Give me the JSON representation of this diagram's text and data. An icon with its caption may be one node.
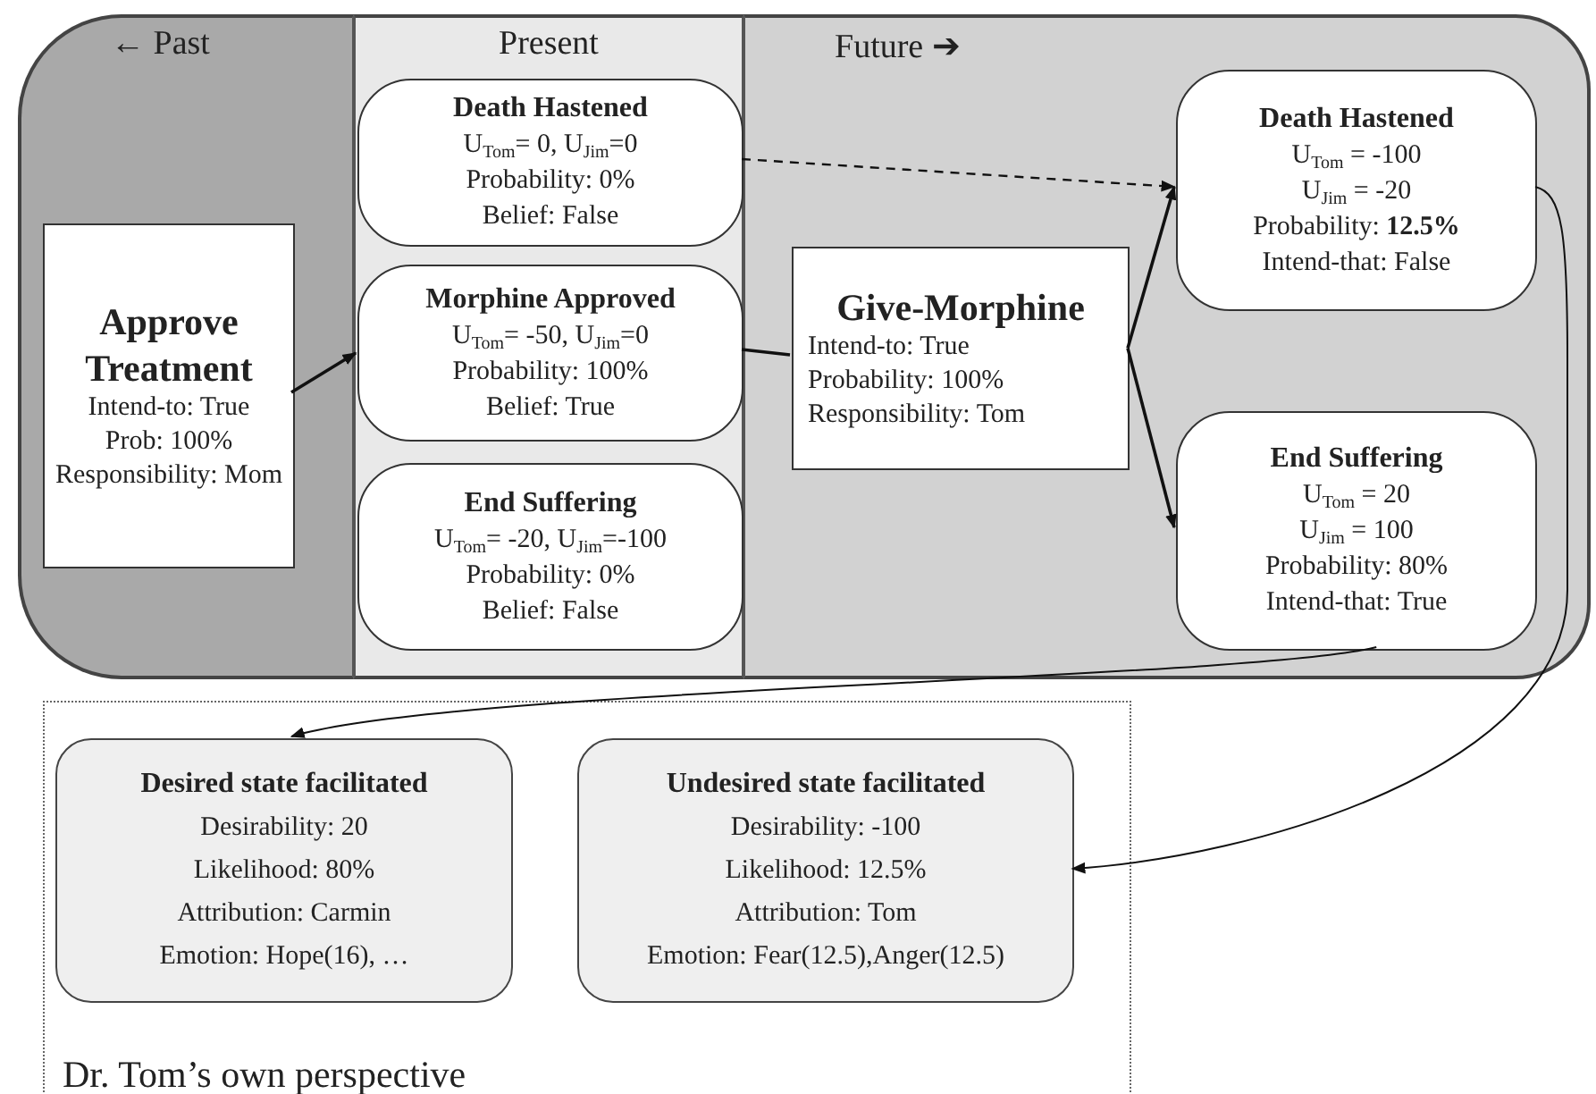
{
  "diagram": {
    "nodes": [
      {
        "text": [
          "← Past"
        ]
      },
      {
        "text": [
          "Present"
        ]
      },
      {
        "text": [
          "Future ➔"
        ]
      },
      {
        "text": [
          "Approve Treatment",
          "Intend-to: True",
          "Prob: 100%",
          "Responsibility: Mom"
        ],
        "in": 0
      },
      {
        "text": [
          "Death Hastened",
          "U$_{Tom}$= 0, U$_{Jim}$=0",
          "Probability: 0%",
          "Belief: False"
        ],
        "in": 1
      },
      {
        "text": [
          "Morphine Approved",
          "U$_{Tom}$= -50, U$_{Jim}$=0",
          "Probability: 100%",
          "Belief: True"
        ],
        "in": 1
      },
      {
        "text": [
          "End Suffering",
          "U$_{Tom}$= -20, U$_{Jim}$=-100",
          "Probability: 0%",
          "Belief: False"
        ],
        "in": 1
      },
      {
        "text": [
          "Give-Morphine",
          "Intend-to: True",
          "Probability: 100%",
          "Responsibility: Tom"
        ],
        "in": 2
      },
      {
        "text": [
          "Death Hastened",
          "U$_{Tom}$ = -100",
          "U$_{Jim}$ = -20",
          "Probability: **12.5%**",
          "Intend-that: False"
        ],
        "in": 2
      },
      {
        "text": [
          "End Suffering",
          "U$_{Tom}$ = 20",
          "U$_{Jim}$ = 100",
          "Probability: 80%",
          "Intend-that: True"
        ],
        "in": 2
      },
      {
        "text": [
          "Dr. Tom’s own perspective"
        ]
      },
      {
        "text": [
          "Desired state facilitated",
          "Desirability: 20",
          "Likelihood: 80%",
          "Attribution: Carmin",
          "Emotion: Hope(16), …"
        ],
        "in": 10
      },
      {
        "text": [
          "Undesired state facilitated",
          "Desirability: -100",
          "Likelihood: 12.5%",
          "Attribution: Tom",
          "Emotion: Fear(12.5),Anger(12.5)"
        ],
        "in": 10
      }
    ],
    "edges": [
      {
        "from": 3,
        "to": 5,
        "arrow": "to"
      },
      {
        "from": 5,
        "to": 7,
        "arrow": "none"
      },
      {
        "from": 7,
        "to": 8,
        "arrow": "to"
      },
      {
        "from": 7,
        "to": 9,
        "arrow": "to"
      },
      {
        "from": 4,
        "to": 8,
        "arrow": "to",
        "style": "dashed"
      },
      {
        "from": 9,
        "to": 11,
        "arrow": "to"
      },
      {
        "from": 8,
        "to": 12,
        "arrow": "to"
      }
    ]
  }
}
